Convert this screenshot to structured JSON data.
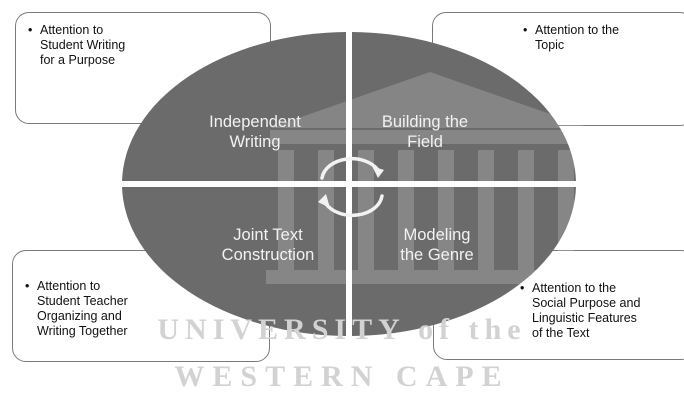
{
  "quadrants": {
    "top_left": [
      "Independent",
      "Writing"
    ],
    "top_right": [
      "Building the",
      "Field"
    ],
    "bottom_left": [
      "Joint Text",
      "Construction"
    ],
    "bottom_right": [
      "Modeling",
      "the Genre"
    ]
  },
  "notes": {
    "top_left": [
      "Attention to",
      "Student Writing",
      "for a Purpose"
    ],
    "top_right": [
      "Attention to the",
      "Topic"
    ],
    "bottom_left": [
      "Attention to",
      "Student Teacher",
      "Organizing and",
      "Writing Together"
    ],
    "bottom_right": [
      "Attention to the",
      "Social Purpose and",
      "Linguistic Features",
      "of the Text"
    ]
  },
  "watermark": {
    "line1": "UNIVERSITY of the",
    "line2": "WESTERN CAPE"
  },
  "colors": {
    "quadrant_fill": "#6b6b6b",
    "quadrant_text": "#f2f2f2",
    "note_border": "#7a7a7a",
    "watermark": "#d2d2d2",
    "arrows": "#f2f2f2"
  },
  "icons": [
    "cycle-arrows-icon",
    "building-watermark-icon"
  ]
}
